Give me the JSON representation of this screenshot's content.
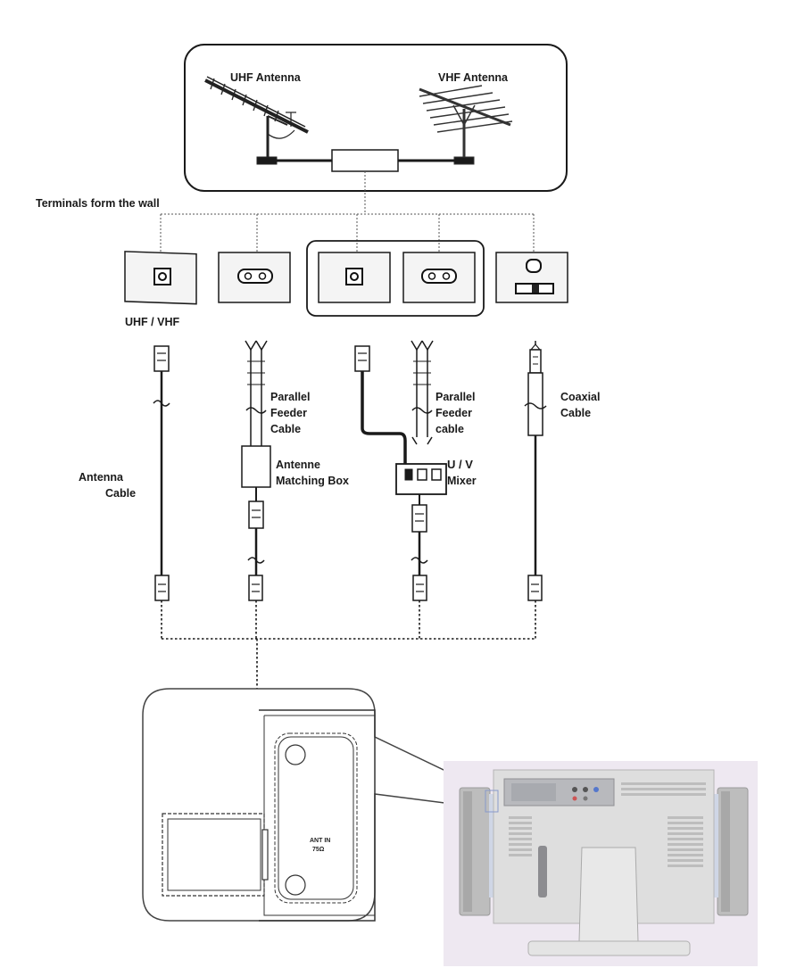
{
  "antenna_box": {
    "uhf_label": "UHF Antenna",
    "vhf_label": "VHF Antenna"
  },
  "wall_label": "Terminals form the wall",
  "terminals": {
    "uhf_vhf_label": "UHF / VHF"
  },
  "cables": {
    "antenna_cable": [
      "Antenna",
      "Cable"
    ],
    "parallel_feeder_1": [
      "Parallel",
      "Feeder",
      "Cable"
    ],
    "matching_box": [
      "Antenne",
      "Matching Box"
    ],
    "parallel_feeder_2": [
      "Parallel",
      "Feeder",
      "cable"
    ],
    "mixer": [
      "U / V",
      "Mixer"
    ],
    "coaxial": [
      "Coaxial",
      "Cable"
    ]
  },
  "detail": {
    "ant_in_line1": "ANT IN",
    "ant_in_line2": "75Ω"
  },
  "colors": {
    "line": "#1a1a1a",
    "panel_fill": "#f2f2f2",
    "tv_body": "#dcdcdc",
    "tv_background": "#ece6f0"
  }
}
